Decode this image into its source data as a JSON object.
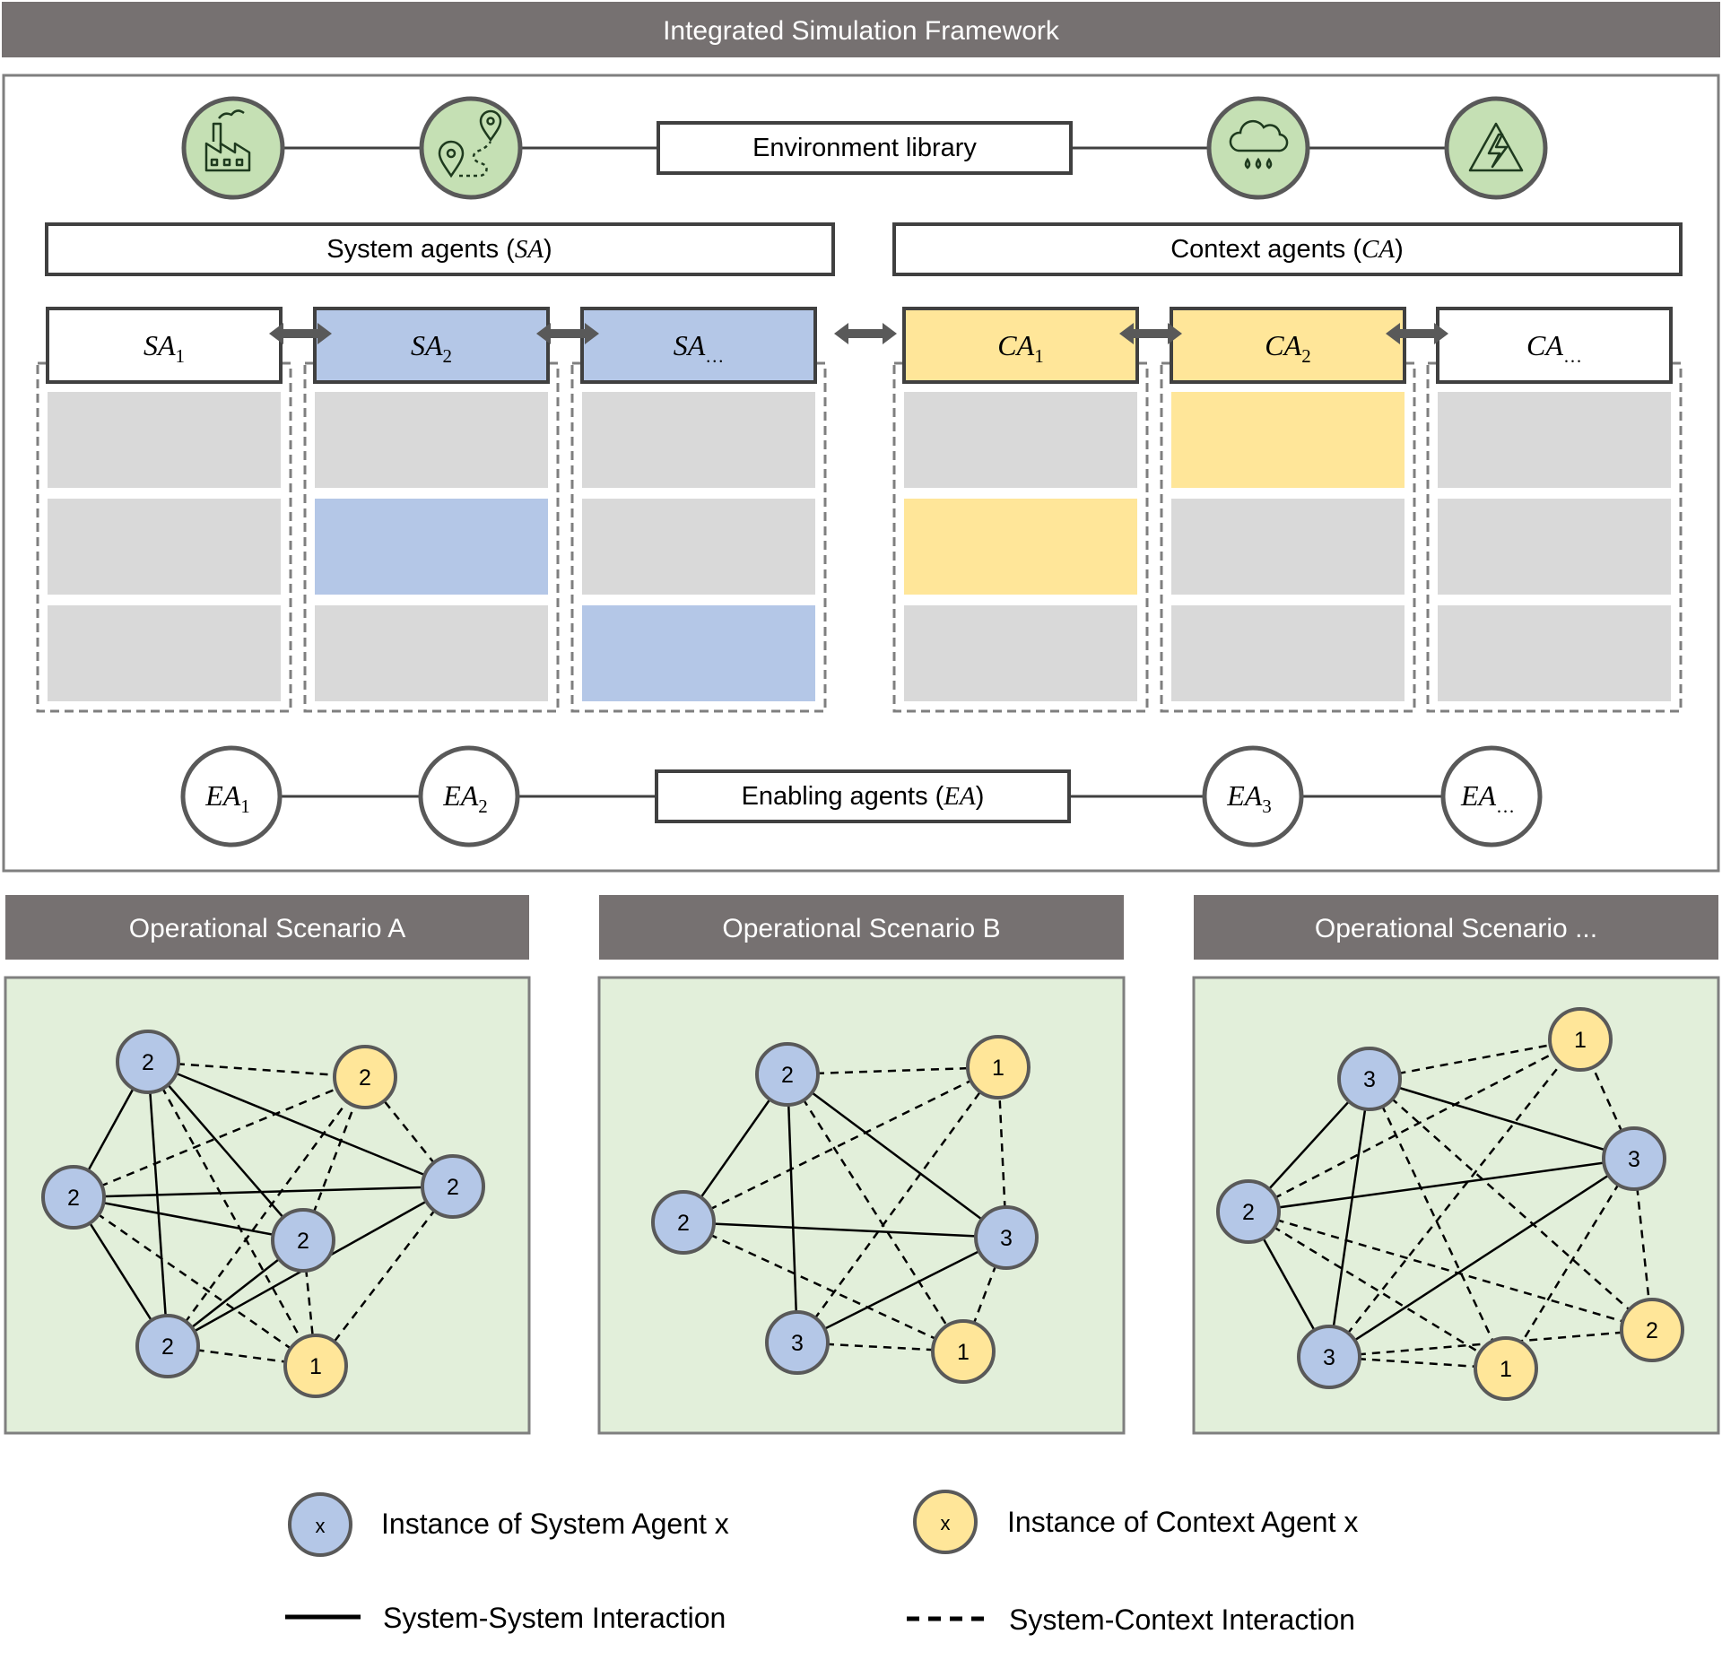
{
  "header": {
    "title": "Integrated Simulation Framework"
  },
  "environment": {
    "label": "Environment library",
    "icons": [
      "factory-icon",
      "route-icon",
      "rain-cloud-icon",
      "high-voltage-icon"
    ]
  },
  "system_agents": {
    "label_prefix": "System agents (",
    "label_symbol": "SA",
    "label_suffix": ")",
    "columns": [
      {
        "name": "SA",
        "sub": "1",
        "header_color": "#ffffff",
        "rows": [
          "gray",
          "gray",
          "gray"
        ]
      },
      {
        "name": "SA",
        "sub": "2",
        "header_color": "#b4c7e7",
        "rows": [
          "gray",
          "blue",
          "gray"
        ]
      },
      {
        "name": "SA",
        "sub": "…",
        "header_color": "#b4c7e7",
        "rows": [
          "gray",
          "gray",
          "blue"
        ]
      }
    ]
  },
  "context_agents": {
    "label_prefix": "Context agents (",
    "label_symbol": "CA",
    "label_suffix": ")",
    "columns": [
      {
        "name": "CA",
        "sub": "1",
        "header_color": "#ffe699",
        "rows": [
          "gray",
          "yellow",
          "gray"
        ]
      },
      {
        "name": "CA",
        "sub": "2",
        "header_color": "#ffe699",
        "rows": [
          "yellow",
          "gray",
          "gray"
        ]
      },
      {
        "name": "CA",
        "sub": "…",
        "header_color": "#ffffff",
        "rows": [
          "gray",
          "gray",
          "gray"
        ]
      }
    ]
  },
  "enabling_agents": {
    "label_prefix": "Enabling agents (",
    "label_symbol": "EA",
    "label_suffix": ")",
    "nodes": [
      {
        "name": "EA",
        "sub": "1"
      },
      {
        "name": "EA",
        "sub": "2"
      },
      {
        "name": "EA",
        "sub": "3"
      },
      {
        "name": "EA",
        "sub": "…"
      }
    ]
  },
  "scenarios": [
    {
      "title": "Operational Scenario A",
      "nodes": [
        {
          "label": "2",
          "type": "system"
        },
        {
          "label": "2",
          "type": "context"
        },
        {
          "label": "2",
          "type": "system"
        },
        {
          "label": "2",
          "type": "system"
        },
        {
          "label": "2",
          "type": "system"
        },
        {
          "label": "2",
          "type": "system"
        },
        {
          "label": "1",
          "type": "context"
        }
      ]
    },
    {
      "title": "Operational Scenario B",
      "nodes": [
        {
          "label": "2",
          "type": "system"
        },
        {
          "label": "1",
          "type": "context"
        },
        {
          "label": "2",
          "type": "system"
        },
        {
          "label": "3",
          "type": "system"
        },
        {
          "label": "3",
          "type": "system"
        },
        {
          "label": "1",
          "type": "context"
        }
      ]
    },
    {
      "title": "Operational Scenario ...",
      "nodes": [
        {
          "label": "3",
          "type": "system"
        },
        {
          "label": "1",
          "type": "context"
        },
        {
          "label": "3",
          "type": "system"
        },
        {
          "label": "2",
          "type": "system"
        },
        {
          "label": "2",
          "type": "context"
        },
        {
          "label": "3",
          "type": "system"
        },
        {
          "label": "1",
          "type": "context"
        }
      ]
    }
  ],
  "legend": {
    "system_instance_symbol": "x",
    "system_instance_label": "Instance of System Agent x",
    "context_instance_symbol": "x",
    "context_instance_label": "Instance of Context Agent x",
    "solid_line_label": "System-System Interaction",
    "dashed_line_label": "System-Context Interaction"
  },
  "colors": {
    "header_gray": "#767171",
    "system_blue": "#b4c7e7",
    "context_yellow": "#ffe699",
    "env_green": "#c5e0b4",
    "scenario_bg": "#e2efda",
    "cell_gray": "#d9d9d9"
  }
}
